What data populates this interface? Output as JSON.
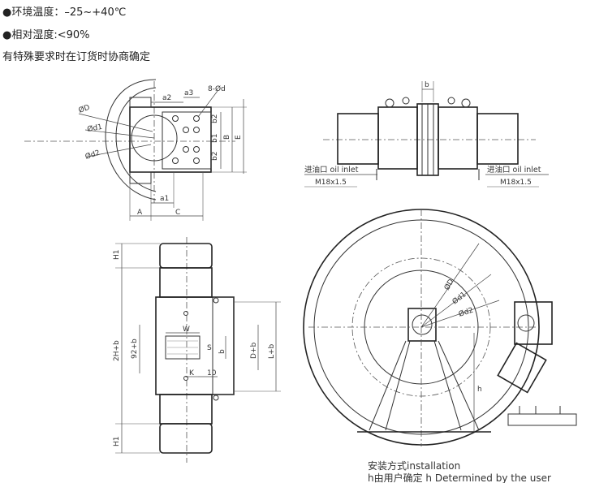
{
  "specs": {
    "line1": "●环境温度：–25~+40℃",
    "line2": "●相对湿度:<90%",
    "line3": "有特殊要求时在订货时协商确定"
  },
  "diagram": {
    "labels": {
      "holes": "8-Ød",
      "D": "ØD",
      "d1": "Ød1",
      "d2": "Ød2",
      "a2": "a2",
      "a3": "a3",
      "a1": "a1",
      "A": "A",
      "C": "C",
      "b2": "b2",
      "b1": "b1",
      "B": "B",
      "E": "E",
      "b": "b",
      "oil_inlet": "进油口 oil inlet",
      "thread": "M18x1.5",
      "H1": "H1",
      "2Hb": "2H+b",
      "92b": "92+b",
      "W": "W",
      "S": "S",
      "K": "K",
      "ten": "10",
      "Db": "D+b",
      "Lb": "L+b",
      "h": "h"
    },
    "caption1": "安装方式installation",
    "caption2": "h由用户确定 h Determined by the user"
  }
}
